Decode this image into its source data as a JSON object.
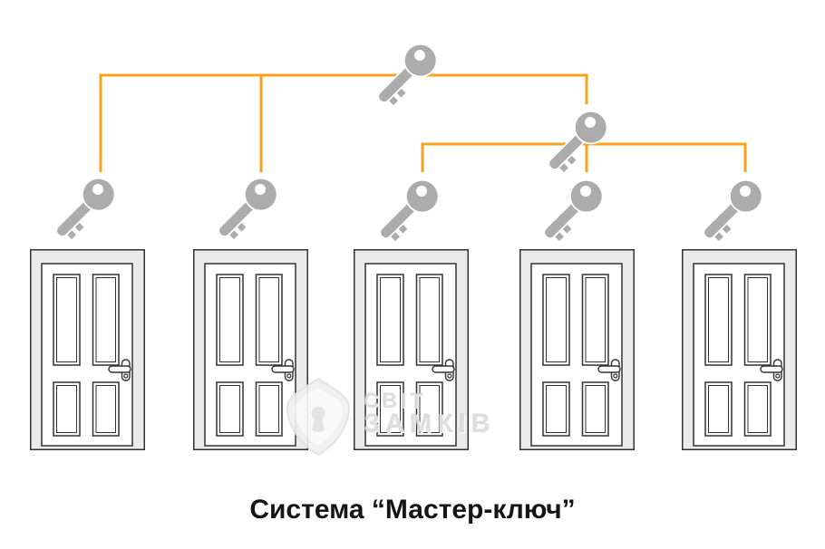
{
  "caption": {
    "text": "Система “Мастер-ключ”"
  },
  "watermark": {
    "line1": "СВІТ",
    "line2": "ЗАМКІВ"
  },
  "colors": {
    "accent_orange": "#F9A11B",
    "key_gray": "#ACACAC",
    "door_frame_fill": "#EBEBEB",
    "outline_dark": "#323232"
  },
  "diagram": {
    "type": "tree",
    "nodes": [
      {
        "id": "master-key",
        "kind": "key",
        "level": 1
      },
      {
        "id": "submaster-key",
        "kind": "key",
        "level": 2
      },
      {
        "id": "key-1",
        "kind": "key",
        "level": 3
      },
      {
        "id": "key-2",
        "kind": "key",
        "level": 3
      },
      {
        "id": "key-3",
        "kind": "key",
        "level": 3
      },
      {
        "id": "key-4",
        "kind": "key",
        "level": 3
      },
      {
        "id": "key-5",
        "kind": "key",
        "level": 3
      },
      {
        "id": "door-1",
        "kind": "door"
      },
      {
        "id": "door-2",
        "kind": "door"
      },
      {
        "id": "door-3",
        "kind": "door"
      },
      {
        "id": "door-4",
        "kind": "door"
      },
      {
        "id": "door-5",
        "kind": "door"
      }
    ],
    "connections": [
      {
        "from": "master-key",
        "to": "key-1"
      },
      {
        "from": "master-key",
        "to": "key-2"
      },
      {
        "from": "master-key",
        "to": "submaster-key"
      },
      {
        "from": "submaster-key",
        "to": "key-3"
      },
      {
        "from": "submaster-key",
        "to": "key-4"
      },
      {
        "from": "submaster-key",
        "to": "key-5"
      },
      {
        "from": "key-1",
        "to": "door-1"
      },
      {
        "from": "key-2",
        "to": "door-2"
      },
      {
        "from": "key-3",
        "to": "door-3"
      },
      {
        "from": "key-4",
        "to": "door-4"
      },
      {
        "from": "key-5",
        "to": "door-5"
      }
    ]
  }
}
